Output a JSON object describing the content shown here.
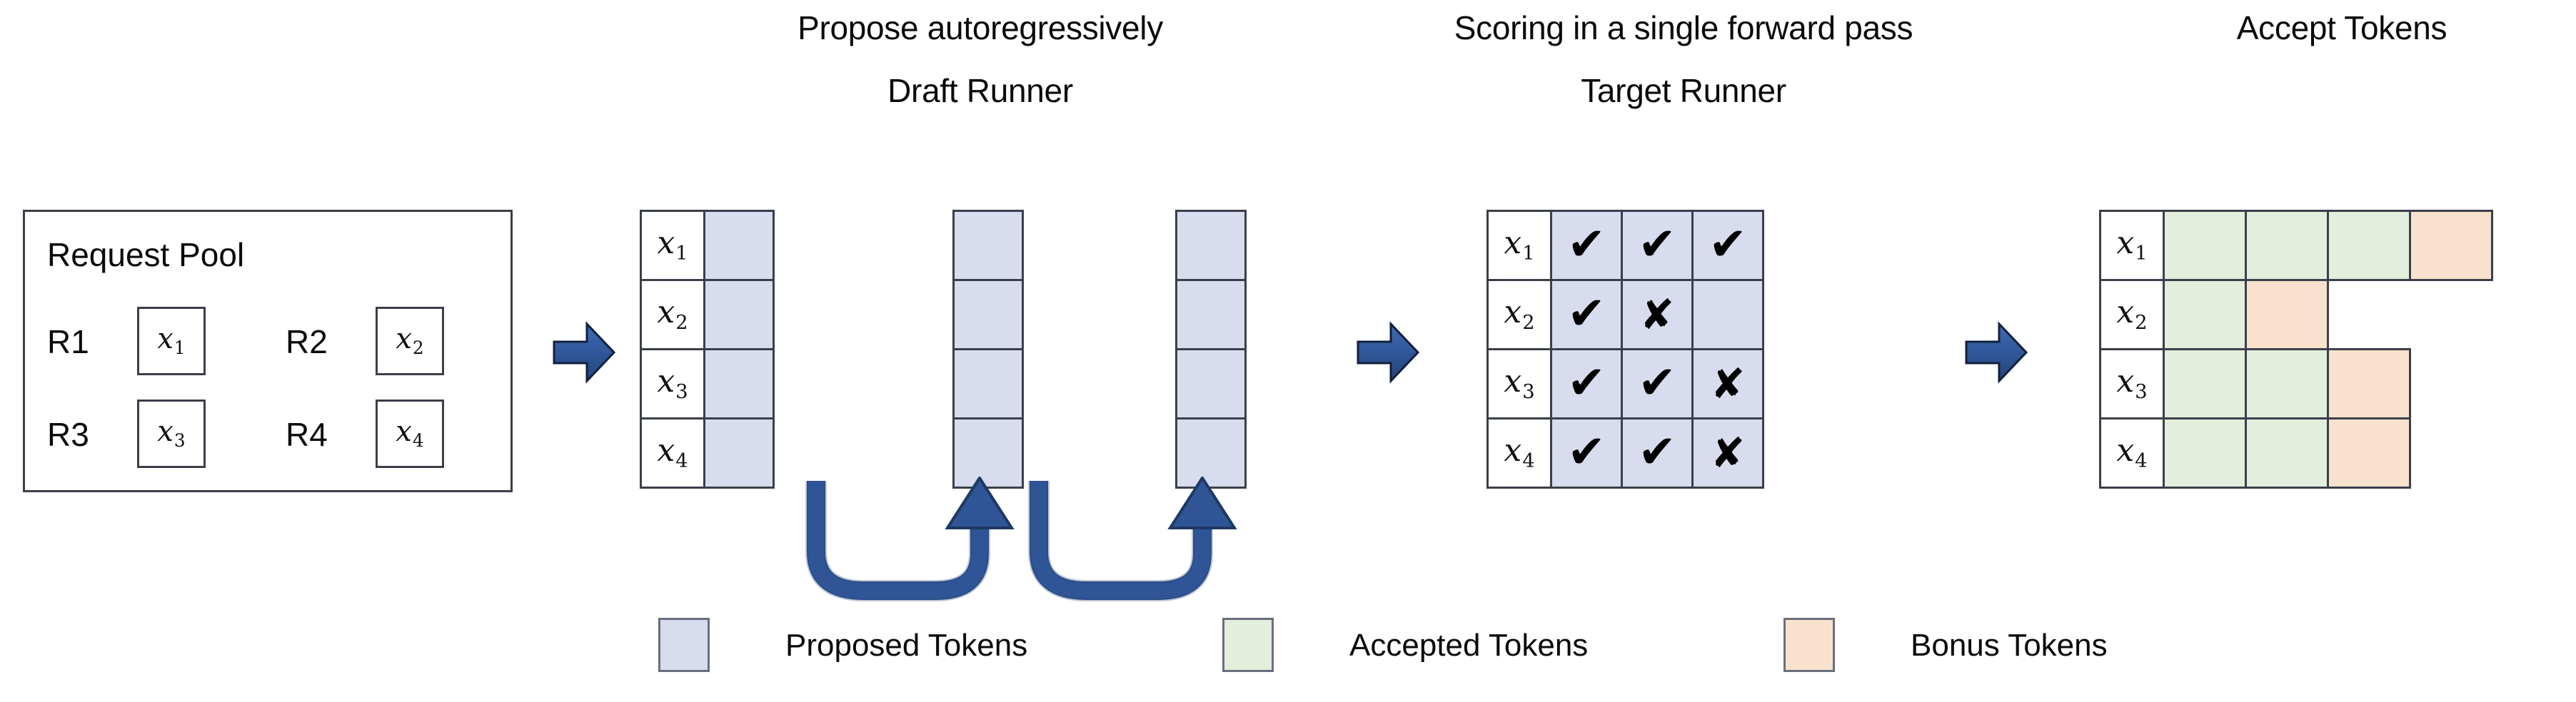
{
  "figure": {
    "background": "#ffffff",
    "palette": {
      "proposed": "#d7ddef",
      "accepted": "#e3eedc",
      "bonus": "#f8e2cd",
      "arrow_blue": "#2f5597",
      "arrow_blue_dark": "#1f3864",
      "border": "#3b3f4a"
    }
  },
  "headings": {
    "propose": "Propose autoregressively",
    "draft_runner": "Draft Runner",
    "scoring": "Scoring in a single forward pass",
    "target_runner": "Target Runner",
    "accept": "Accept Tokens"
  },
  "request_pool": {
    "title": "Request Pool",
    "requests": [
      {
        "label": "R1",
        "token": "x",
        "sub": "1"
      },
      {
        "label": "R2",
        "token": "x",
        "sub": "2"
      },
      {
        "label": "R3",
        "token": "x",
        "sub": "3"
      },
      {
        "label": "R4",
        "token": "x",
        "sub": "4"
      }
    ]
  },
  "draft_runner": {
    "row_labels": [
      {
        "token": "x",
        "sub": "1"
      },
      {
        "token": "x",
        "sub": "2"
      },
      {
        "token": "x",
        "sub": "3"
      },
      {
        "token": "x",
        "sub": "4"
      }
    ],
    "steps": 3,
    "cells_per_step": 4,
    "cell_kind": "proposed",
    "recurrence_arrows": 2,
    "recurrence_arrow_name": "autoregressive-feedback-arrow"
  },
  "target_runner": {
    "row_labels": [
      {
        "token": "x",
        "sub": "1"
      },
      {
        "token": "x",
        "sub": "2"
      },
      {
        "token": "x",
        "sub": "3"
      },
      {
        "token": "x",
        "sub": "4"
      }
    ],
    "marks": {
      "accept": "✔",
      "reject": "✘",
      "blank": ""
    },
    "rows": [
      [
        "accept",
        "accept",
        "accept"
      ],
      [
        "accept",
        "reject",
        "blank"
      ],
      [
        "accept",
        "accept",
        "reject"
      ],
      [
        "accept",
        "accept",
        "reject"
      ]
    ]
  },
  "accept_tokens": {
    "row_labels": [
      {
        "token": "x",
        "sub": "1"
      },
      {
        "token": "x",
        "sub": "2"
      },
      {
        "token": "x",
        "sub": "3"
      },
      {
        "token": "x",
        "sub": "4"
      }
    ],
    "rows": [
      [
        "accepted",
        "accepted",
        "accepted",
        "bonus"
      ],
      [
        "accepted",
        "bonus",
        "empty",
        "empty"
      ],
      [
        "accepted",
        "accepted",
        "bonus",
        "empty"
      ],
      [
        "accepted",
        "accepted",
        "bonus",
        "empty"
      ]
    ]
  },
  "stage_arrows": [
    {
      "name": "arrow-pool-to-draft"
    },
    {
      "name": "arrow-draft-to-target"
    },
    {
      "name": "arrow-target-to-accept"
    }
  ],
  "legend": {
    "items": [
      {
        "label": "Proposed Tokens",
        "color": "#d7ddef"
      },
      {
        "label": "Accepted Tokens",
        "color": "#e3eedc"
      },
      {
        "label": "Bonus Tokens",
        "color": "#f8e2cd"
      }
    ]
  }
}
